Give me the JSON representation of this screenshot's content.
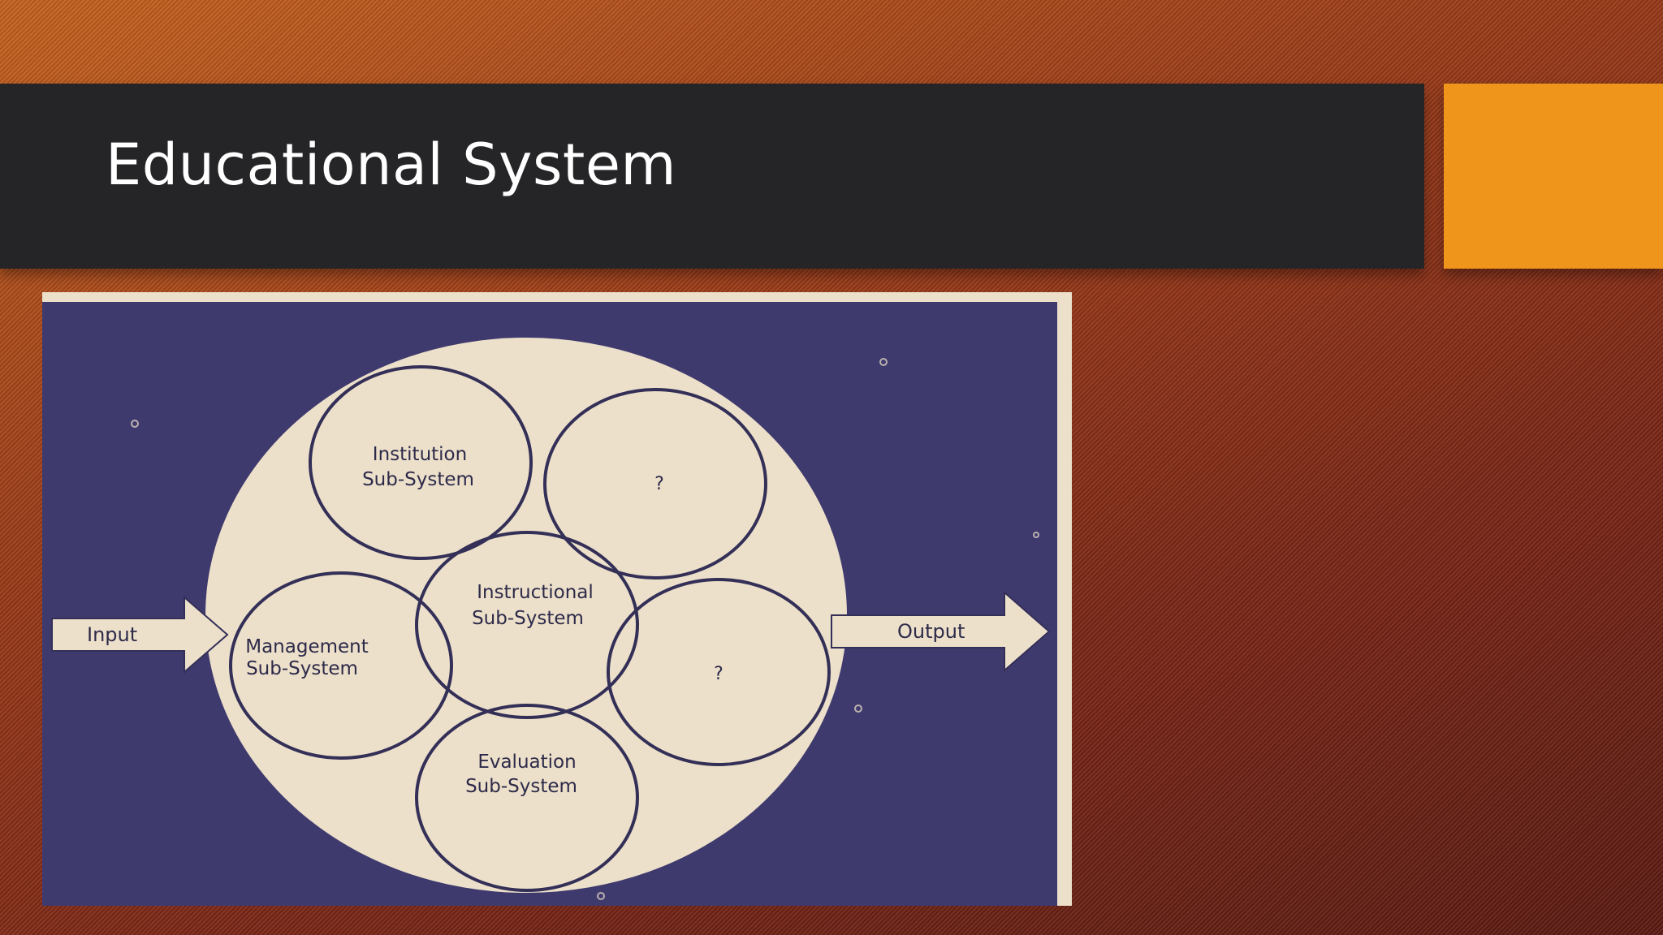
{
  "slide": {
    "title": "Educational System"
  },
  "colors": {
    "title_bar": "#252427",
    "accent": "#f0951c",
    "figure_background": "#3f3a6e",
    "figure_paper": "#ece0ca",
    "outline": "#332f57"
  },
  "diagram": {
    "input_label": "Input",
    "output_label": "Output",
    "institution": {
      "line1": "Institution",
      "line2": "Sub-System"
    },
    "unknown_top": {
      "text": "?"
    },
    "instructional": {
      "line1": "Instructional",
      "line2": "Sub-System"
    },
    "management": {
      "line1": "Management",
      "line2": "Sub-System"
    },
    "unknown_right": {
      "text": "?"
    },
    "evaluation": {
      "line1": "Evaluation",
      "line2": "Sub-System"
    }
  }
}
